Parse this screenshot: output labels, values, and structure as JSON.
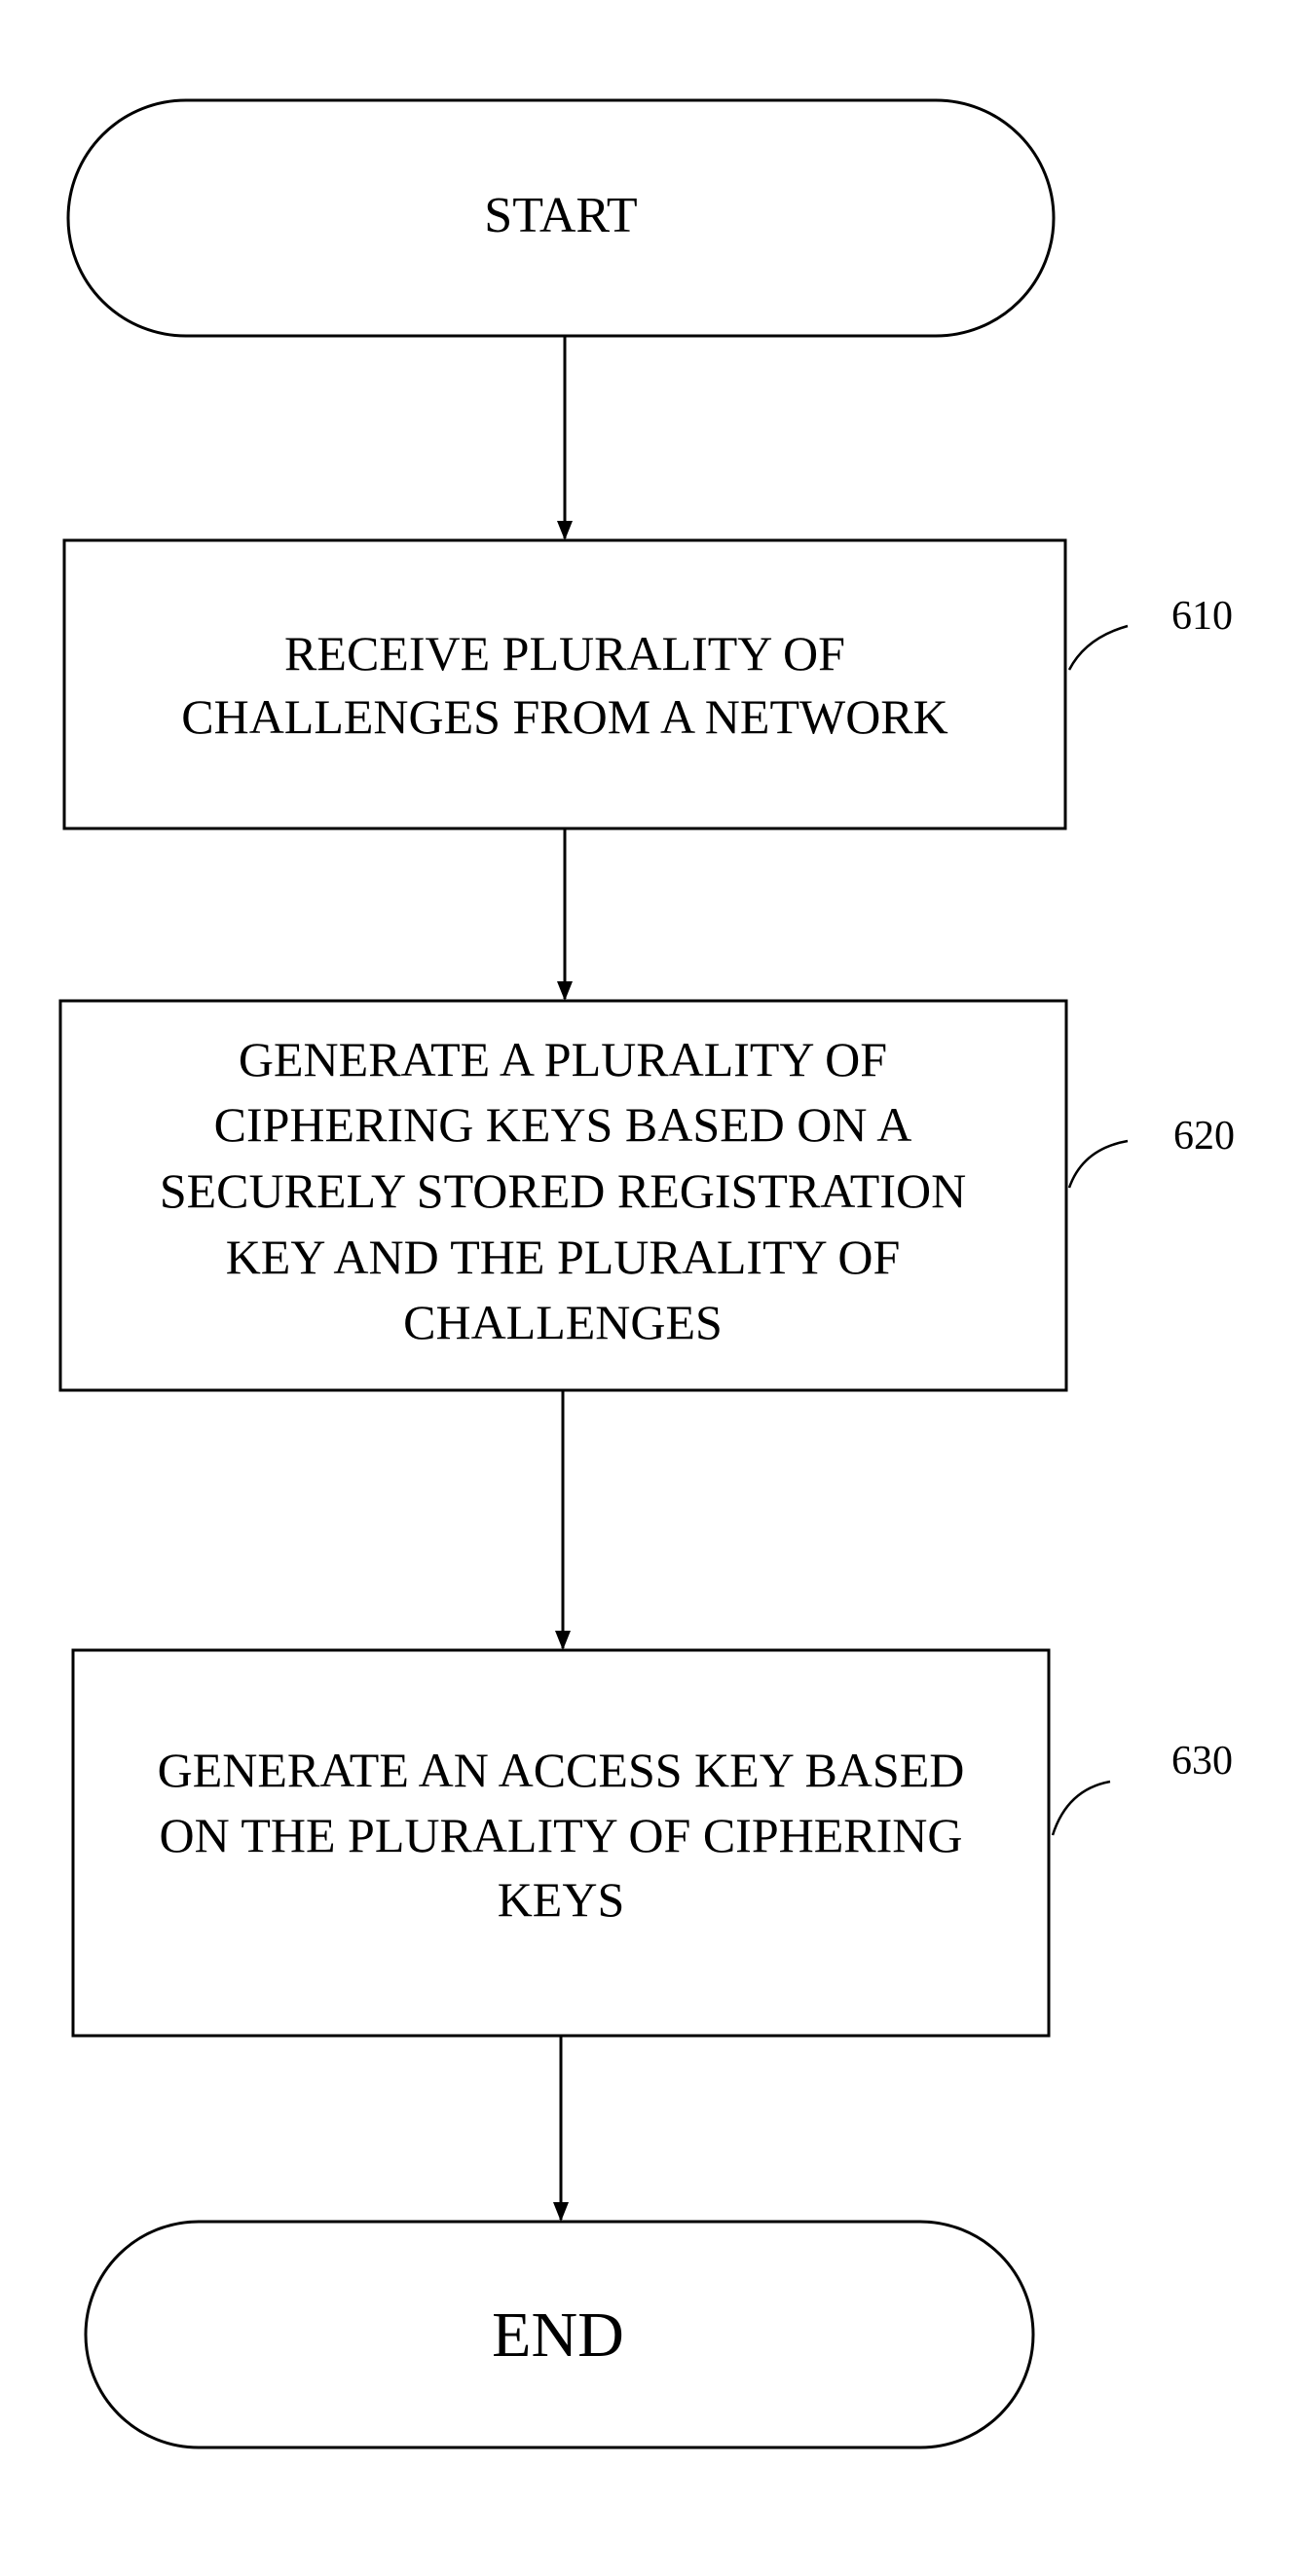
{
  "flowchart": {
    "start": {
      "label": "START"
    },
    "steps": [
      {
        "ref": "610",
        "lines": [
          "RECEIVE PLURALITY OF",
          "CHALLENGES FROM A NETWORK"
        ]
      },
      {
        "ref": "620",
        "lines": [
          "GENERATE A PLURALITY OF",
          "CIPHERING KEYS BASED ON A",
          "SECURELY STORED REGISTRATION",
          "KEY AND THE PLURALITY OF",
          "CHALLENGES"
        ]
      },
      {
        "ref": "630",
        "lines": [
          "GENERATE AN ACCESS KEY BASED",
          "ON THE PLURALITY OF CIPHERING",
          "KEYS"
        ]
      }
    ],
    "end": {
      "label": "END"
    }
  },
  "colors": {
    "stroke": "#000000",
    "background": "#ffffff"
  }
}
